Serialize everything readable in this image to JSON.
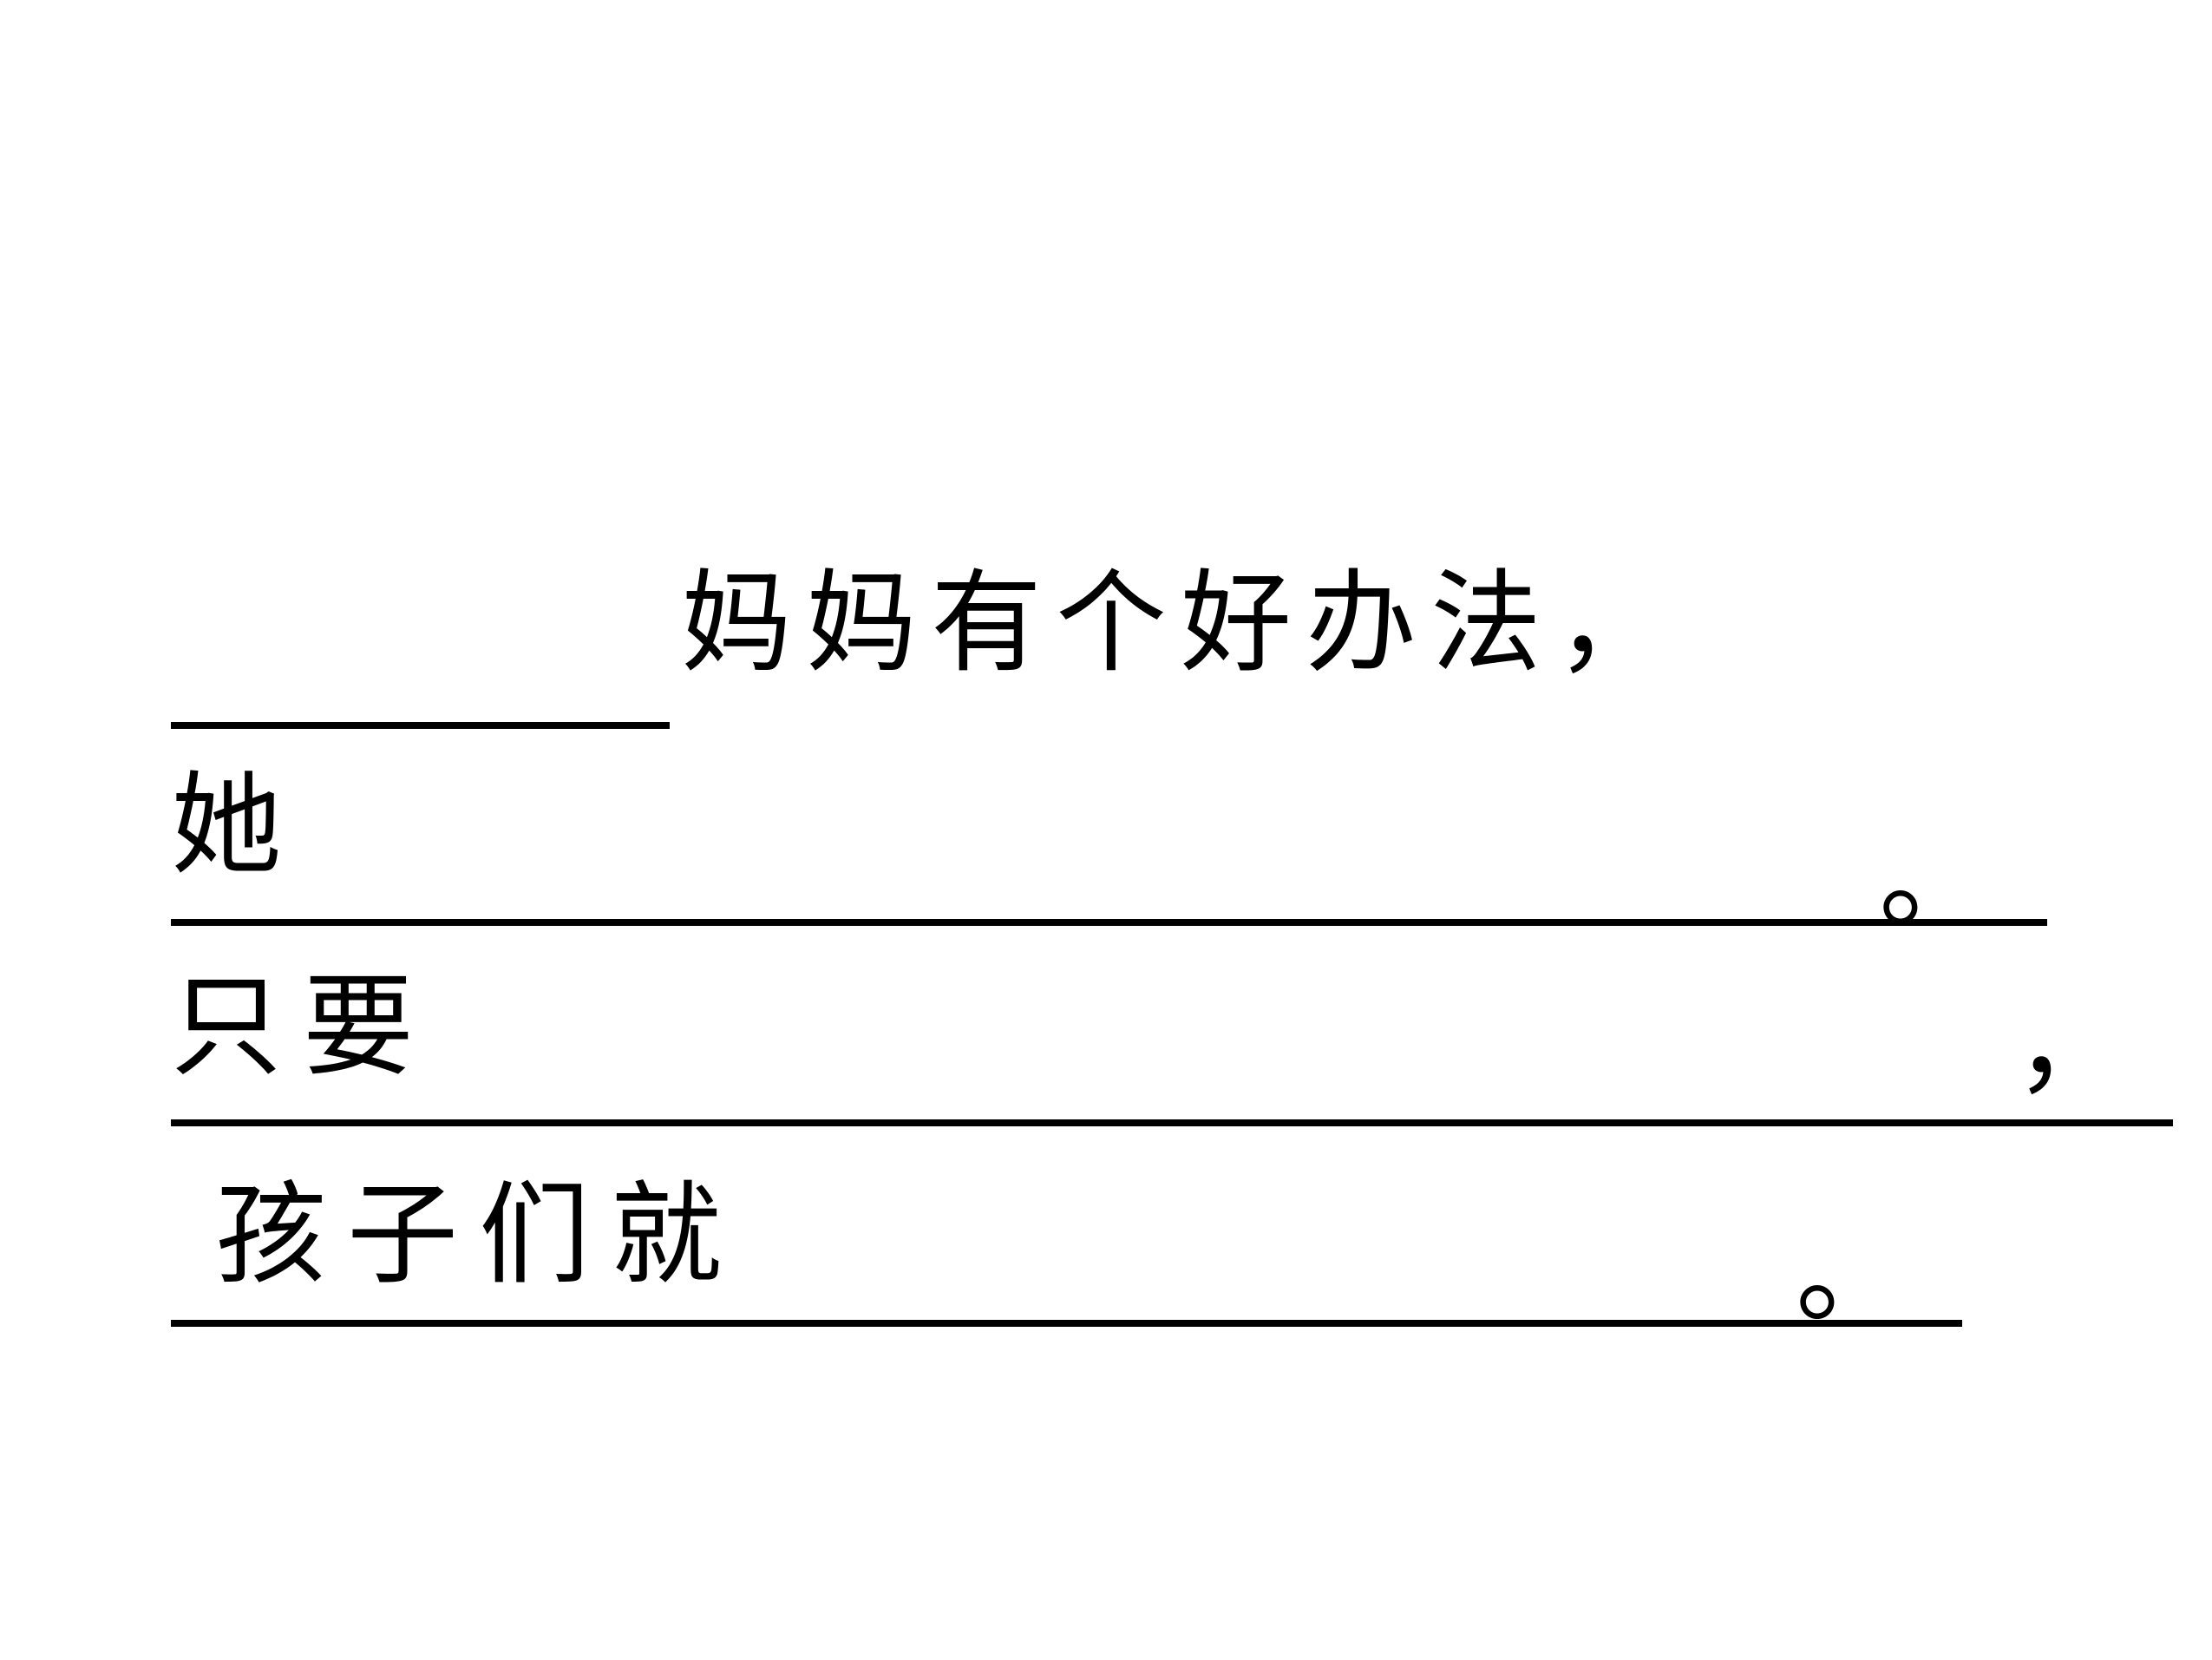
{
  "worksheet": {
    "line1": {
      "text": "妈妈有个好办法，"
    },
    "line2": {
      "start": "她",
      "end": "。"
    },
    "line3": {
      "start": "只要",
      "end": "，"
    },
    "line4": {
      "start": "孩子们就",
      "end": "。"
    }
  }
}
